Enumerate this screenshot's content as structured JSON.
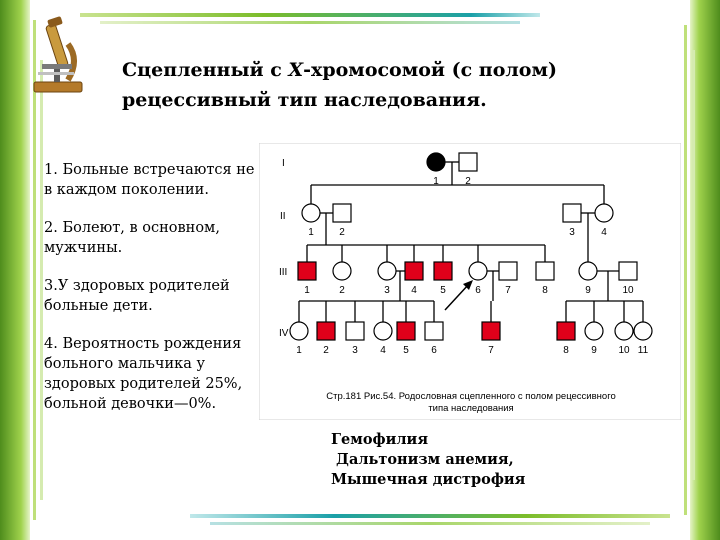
{
  "title": {
    "line1_before": "Сцепленный с ",
    "line1_x": "X",
    "line1_after": "-хромосомой  (с полом)",
    "line2": "рецессивный тип наследования."
  },
  "notes": [
    "1.  Больные встречаются не в каждом поколении.",
    "2.  Болеют, в основном, мужчины.",
    "3.У здоровых родителей больные дети.",
    "4.  Вероятность рождения больного мальчика у здоровых родителей 25%, больной девочки—0%."
  ],
  "diseases": [
    "Гемофилия",
    " Дальтонизм анемия,",
    "Мышечная дистрофия"
  ],
  "pedigree": {
    "generations": [
      "I",
      "II",
      "III",
      "IV"
    ],
    "caption_line1": "Стр.181 Рис.54. Родословная сцепленного с полом рецессивного",
    "caption_line2": "типа наследования",
    "individuals": {
      "I": [
        {
          "n": "1",
          "sex": "female",
          "status": "affected"
        },
        {
          "n": "2",
          "sex": "male",
          "status": "healthy"
        }
      ],
      "II": [
        {
          "n": "1",
          "sex": "female",
          "status": "healthy"
        },
        {
          "n": "2",
          "sex": "male",
          "status": "healthy"
        },
        {
          "n": "3",
          "sex": "male",
          "status": "healthy"
        },
        {
          "n": "4",
          "sex": "female",
          "status": "healthy"
        }
      ],
      "III": [
        {
          "n": "1",
          "sex": "male",
          "status": "affected"
        },
        {
          "n": "2",
          "sex": "female",
          "status": "healthy"
        },
        {
          "n": "3",
          "sex": "female",
          "status": "healthy"
        },
        {
          "n": "4",
          "sex": "male",
          "status": "affected"
        },
        {
          "n": "5",
          "sex": "male",
          "status": "affected"
        },
        {
          "n": "6",
          "sex": "female",
          "status": "healthy"
        },
        {
          "n": "7",
          "sex": "male",
          "status": "healthy"
        },
        {
          "n": "8",
          "sex": "male",
          "status": "healthy"
        },
        {
          "n": "9",
          "sex": "female",
          "status": "healthy"
        },
        {
          "n": "10",
          "sex": "male",
          "status": "healthy"
        }
      ],
      "IV": [
        {
          "n": "1",
          "sex": "female",
          "status": "healthy"
        },
        {
          "n": "2",
          "sex": "male",
          "status": "affected"
        },
        {
          "n": "3",
          "sex": "male",
          "status": "healthy"
        },
        {
          "n": "4",
          "sex": "female",
          "status": "healthy"
        },
        {
          "n": "5",
          "sex": "male",
          "status": "affected"
        },
        {
          "n": "6",
          "sex": "male",
          "status": "healthy"
        },
        {
          "n": "7",
          "sex": "male",
          "status": "affected"
        },
        {
          "n": "8",
          "sex": "male",
          "status": "affected"
        },
        {
          "n": "9",
          "sex": "female",
          "status": "healthy"
        },
        {
          "n": "10",
          "sex": "female",
          "status": "healthy"
        },
        {
          "n": "11",
          "sex": "female",
          "status": "healthy"
        }
      ]
    }
  },
  "colors": {
    "affected_red": "#e0001a",
    "affected_black": "#000000",
    "accent_green": "#7cbd2a",
    "accent_teal": "#1aa0a8"
  },
  "icons": {
    "logo": "microscope-icon",
    "pointer": "arrow-icon"
  }
}
